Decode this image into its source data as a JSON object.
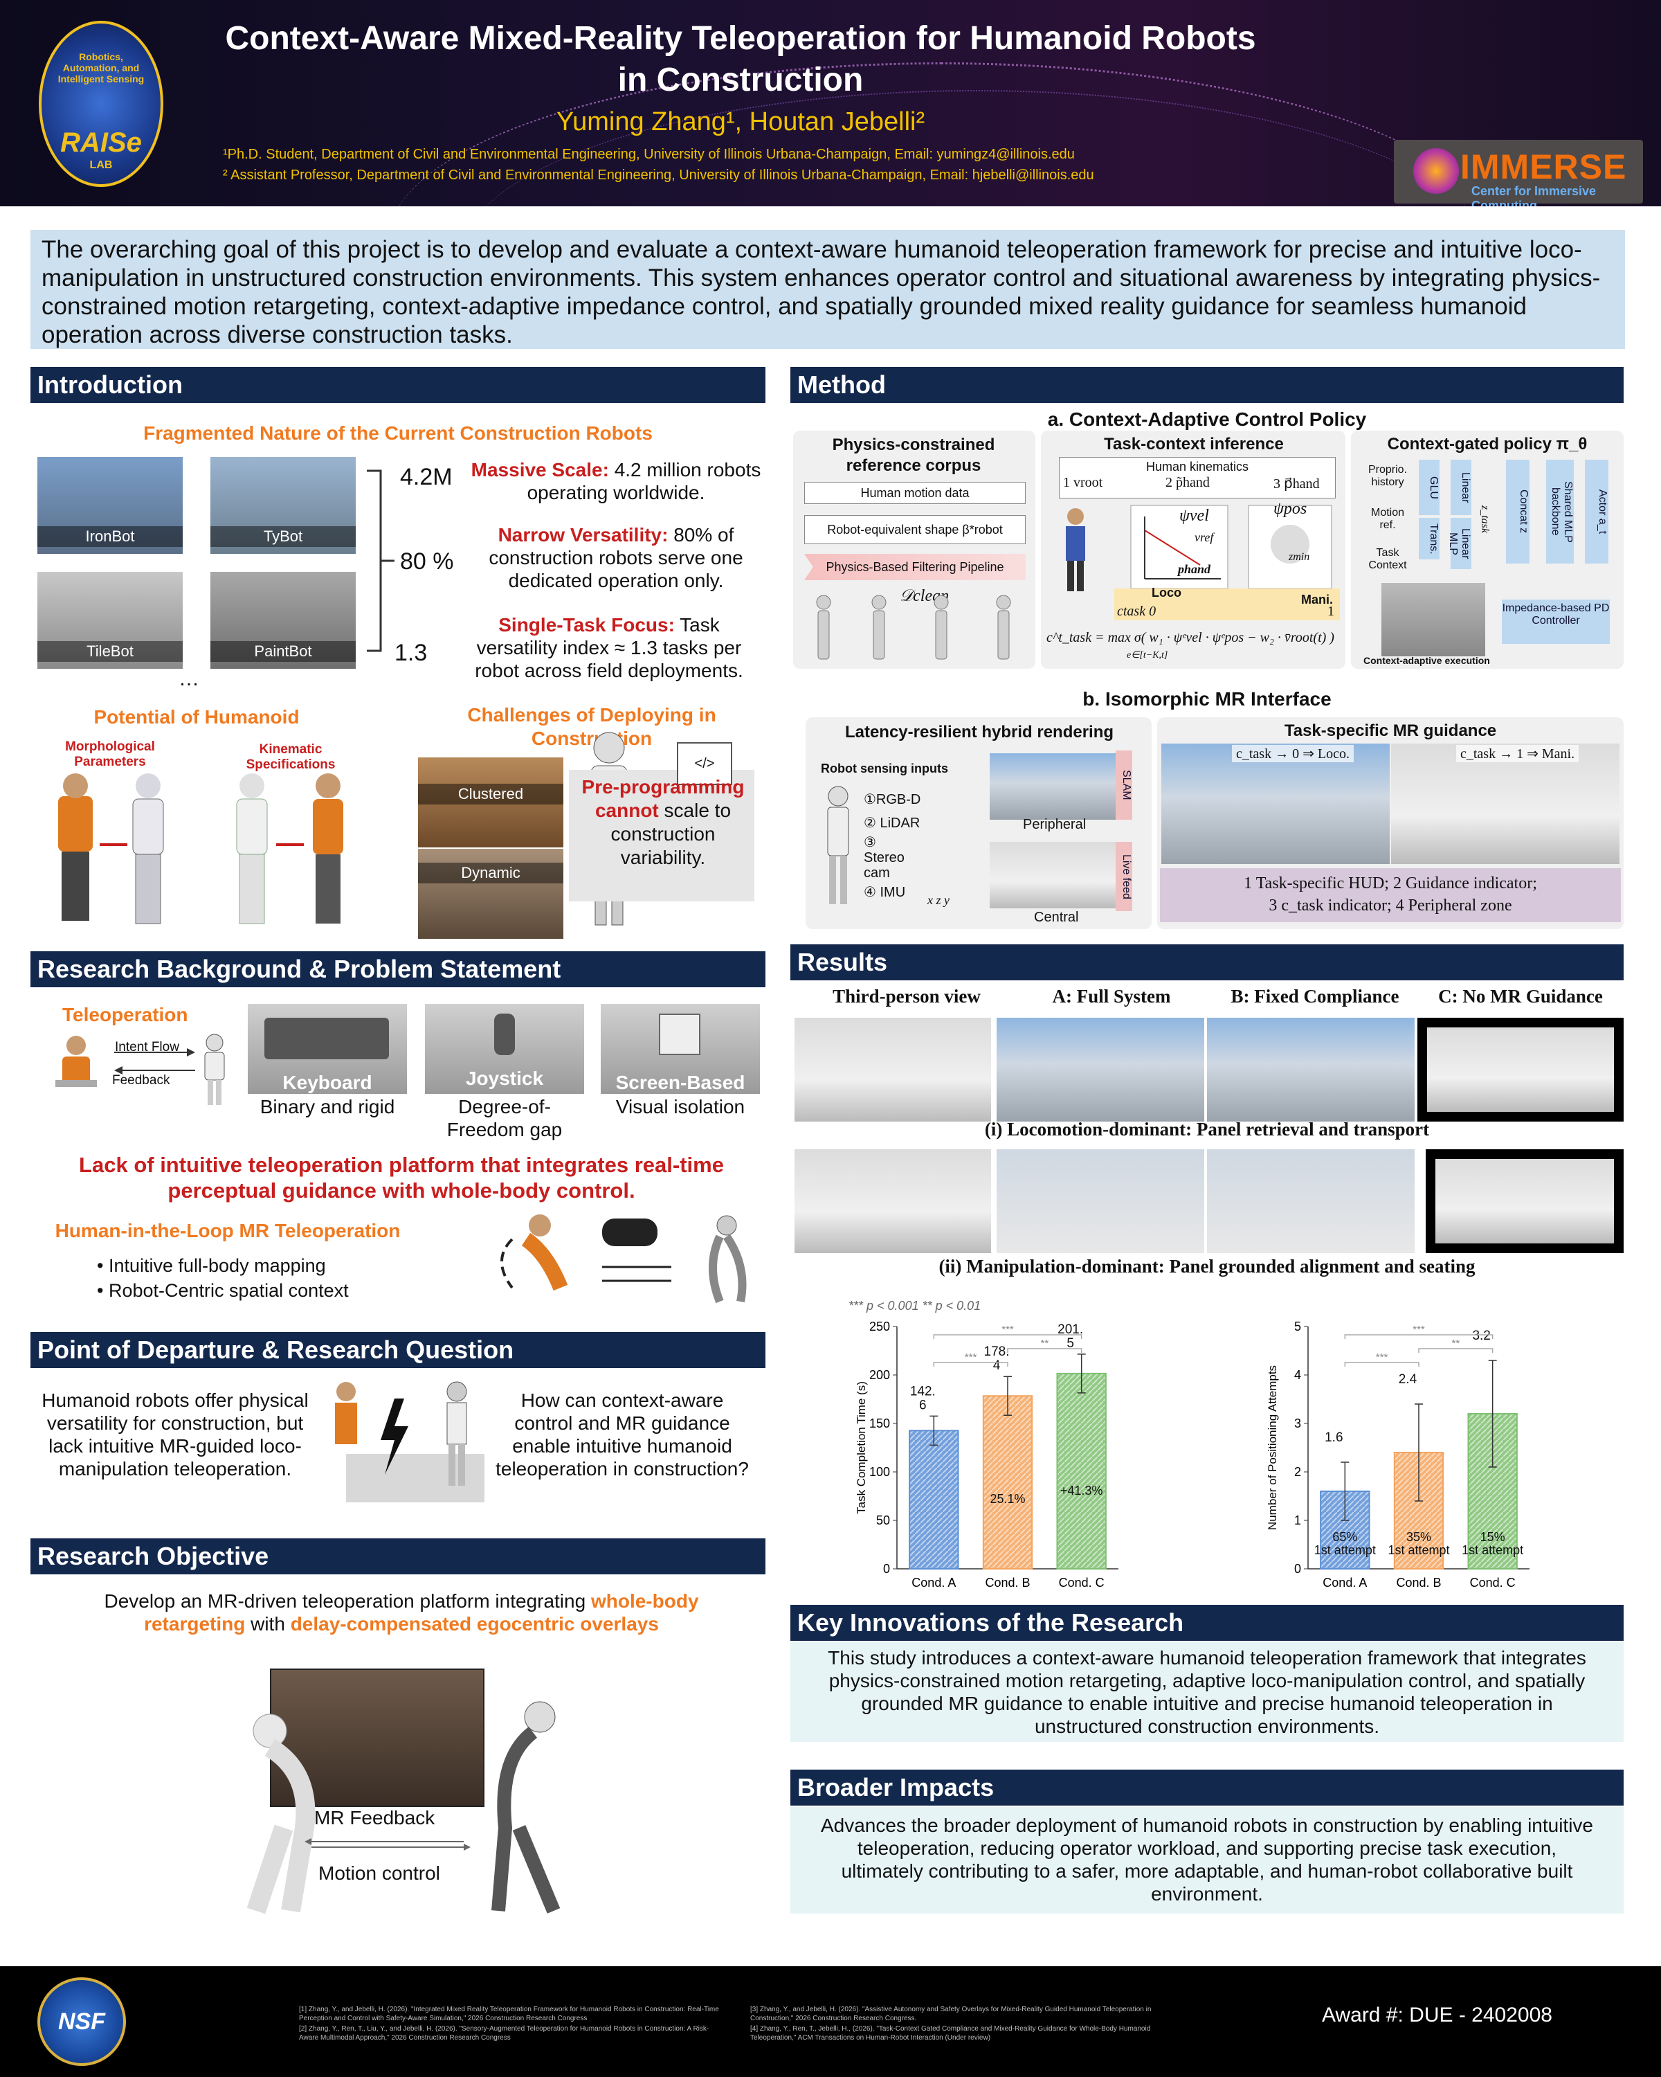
{
  "header": {
    "title_line1": "Context-Aware Mixed-Reality Teleoperation for Humanoid Robots",
    "title_line2": "in Construction",
    "authors": "Yuming Zhang¹, Houtan Jebelli²",
    "aff1": "¹Ph.D. Student, Department of Civil and Environmental Engineering, University of Illinois Urbana-Champaign, Email: yumingz4@illinois.edu",
    "aff2": "² Assistant Professor, Department of Civil and Environmental Engineering, University of Illinois Urbana-Champaign, Email: hjebelli@illinois.edu",
    "logo_left": {
      "text": "RAISe",
      "sub": "LAB",
      "ring": "Robotics, Automation, and Intelligent Sensing"
    },
    "logo_right": {
      "text": "IMMERSE",
      "sub": "Center for Immersive Computing"
    }
  },
  "goal": "The overarching goal of this project is to develop and evaluate a context-aware humanoid teleoperation framework for precise and intuitive loco-manipulation in unstructured construction environments. This system enhances operator control and situational awareness by integrating physics-constrained motion retargeting, context-adaptive impedance control, and spatially grounded mixed reality guidance for seamless humanoid operation across diverse construction tasks.",
  "intro": {
    "header": "Introduction",
    "sub1": "Fragmented Nature of the Current Construction Robots",
    "robots": [
      "IronBot",
      "TyBot",
      "TileBot",
      "PaintBot"
    ],
    "ellipsis": "…",
    "stats": [
      {
        "num": "4.2M",
        "title": "Massive Scale:",
        "text": "4.2 million robots operating worldwide."
      },
      {
        "num": "80 %",
        "title": "Narrow Versatility:",
        "text": "80% of construction robots serve one dedicated operation only."
      },
      {
        "num": "1.3",
        "title": "Single-Task Focus:",
        "text": "Task versatility index ≈ 1.3 tasks per robot across field deployments."
      }
    ],
    "sub2": "Potential of Humanoid",
    "morph": "Morphological Parameters",
    "kin": "Kinematic Specifications",
    "sub3": "Challenges of Deploying in Construction",
    "clustered": "Clustered",
    "dynamic": "Dynamic",
    "pre_a": "Pre-programming cannot",
    "pre_b": " scale to construction variability.",
    "code_icon": "</>"
  },
  "bg": {
    "header": "Research Background & Problem Statement",
    "tele": "Teleoperation",
    "intent": "Intent Flow",
    "feedback": "Feedback",
    "devices": [
      {
        "name": "Keyboard",
        "desc": "Binary and rigid"
      },
      {
        "name": "Joystick",
        "desc": "Degree-of-Freedom gap"
      },
      {
        "name": "Screen-Based",
        "desc": "Visual isolation"
      }
    ],
    "problem": "Lack of intuitive teleoperation platform that integrates real-time perceptual guidance with whole-body control.",
    "hitl": "Human-in-the-Loop MR Teleoperation",
    "bullets": [
      "Intuitive full-body mapping",
      "Robot-Centric spatial context"
    ]
  },
  "pod": {
    "header": "Point of Departure & Research Question",
    "left": "Humanoid robots offer physical versatility for construction, but lack intuitive MR-guided loco-manipulation teleoperation.",
    "right": "How can context-aware control and MR guidance enable intuitive humanoid teleoperation in construction?"
  },
  "obj": {
    "header": "Research Objective",
    "t1": "Develop an MR-driven teleoperation platform integrating ",
    "t2": "whole-body retargeting",
    "t3": " with ",
    "t4": "delay-compensated egocentric overlays",
    "mr": "MR Feedback",
    "motion": "Motion control"
  },
  "method": {
    "header": "Method",
    "a": "a. Context-Adaptive Control Policy",
    "p1": "Physics-constrained reference corpus",
    "human_motion": "Human motion data",
    "robot_shape": "Robot-equivalent shape β*robot",
    "filter": "Physics-Based Filtering Pipeline",
    "dclean": "𝒟clean",
    "p2": "Task-context inference",
    "hk": "Human kinematics",
    "v1": "1 vroot",
    "v2": "2 p̃hand",
    "v3": "3 p⃗hand",
    "psivel": "ψvel",
    "psipos": "ψpos",
    "vref": "vref",
    "phand": "phand",
    "zmin": "zmin",
    "loco": "Loco",
    "mani": "Mani.",
    "ctask0": "ctask 0",
    "one": "1",
    "formula": "c^t_task = max σ( w₁ · ψᵉvel · ψᵉpos − w₂ · v̄root(t) )",
    "formula_sub": "e∈[t−K,t]",
    "p3": "Context-gated policy π_θ",
    "inputs": [
      "Proprio. history",
      "Motion ref.",
      "Task Context"
    ],
    "glu": "GLU",
    "trans": "Trans.",
    "linear": "Linear",
    "linmlp": "Linear MLP",
    "ztask": "z_task",
    "concat": "Concat z",
    "shared": "Shared MLP backbone",
    "actor": "Actor a_t",
    "impedance": "Impedance-based PD Controller",
    "ctx_exec": "Context-adaptive execution",
    "b": "b. Isomorphic MR Interface",
    "lat": "Latency-resilient hybrid rendering",
    "rsi": "Robot sensing inputs",
    "sensors": [
      "①RGB-D",
      "② LiDAR",
      "③ Stereo cam",
      "④ IMU"
    ],
    "slam": "SLAM",
    "live": "Live feed",
    "peripheral": "Peripheral",
    "central": "Central",
    "tsg": "Task-specific MR guidance",
    "g1": "c_task → 0 ⇒ Loco.",
    "g2": "c_task → 1 ⇒ Mani.",
    "legend1": "1 Task-specific HUD; 2 Guidance indicator;",
    "legend2": "3 c_task indicator; 4 Peripheral zone",
    "axes": {
      "x": "x",
      "z": "z",
      "y": "y"
    }
  },
  "results": {
    "header": "Results",
    "cols": [
      "Third-person view",
      "A: Full System",
      "B: Fixed Compliance",
      "C: No MR Guidance"
    ],
    "cap1": "(i) Locomotion-dominant: Panel retrieval and transport",
    "cap2": "(ii) Manipulation-dominant: Panel grounded alignment and seating",
    "sig": "*** p < 0.001  ** p < 0.01"
  },
  "chart_data": [
    {
      "type": "bar",
      "categories": [
        "Cond. A",
        "Cond. B",
        "Cond. C"
      ],
      "values": [
        142.6,
        178.4,
        201.5
      ],
      "value_labels": [
        "142.\n6",
        "178.\n4",
        "201.\n5"
      ],
      "inner_labels": [
        "",
        "25.1%",
        "+41.3%"
      ],
      "ylabel": "Task Completion Time (s)",
      "ylim": [
        0,
        250
      ],
      "yticks": [
        0,
        50,
        100,
        150,
        200,
        250
      ],
      "errors": [
        15,
        20,
        20
      ],
      "colors": [
        "#5b8fd6",
        "#f4a45e",
        "#7ec070"
      ],
      "sig": [
        {
          "pair": [
            0,
            1
          ],
          "label": "***"
        },
        {
          "pair": [
            0,
            2
          ],
          "label": "***"
        },
        {
          "pair": [
            1,
            2
          ],
          "label": "**"
        }
      ]
    },
    {
      "type": "bar",
      "categories": [
        "Cond. A",
        "Cond. B",
        "Cond. C"
      ],
      "values": [
        1.6,
        2.4,
        3.2
      ],
      "value_labels": [
        "1.6",
        "2.4",
        "3.2"
      ],
      "inner_labels": [
        "65%\n1st attempt",
        "35%\n1st attempt",
        "15%\n1st attempt"
      ],
      "ylabel": "Number of Positioning Attempts",
      "ylim": [
        0,
        5
      ],
      "yticks": [
        0,
        1,
        2,
        3,
        4,
        5
      ],
      "errors": [
        0.6,
        1.0,
        1.1
      ],
      "colors": [
        "#5b8fd6",
        "#f4a45e",
        "#7ec070"
      ],
      "sig": [
        {
          "pair": [
            0,
            1
          ],
          "label": "***"
        },
        {
          "pair": [
            0,
            2
          ],
          "label": "***"
        },
        {
          "pair": [
            1,
            2
          ],
          "label": "**"
        }
      ]
    }
  ],
  "key": {
    "header": "Key Innovations of the Research",
    "text": "This study introduces a context-aware humanoid teleoperation framework that integrates physics-constrained motion retargeting, adaptive loco-manipulation control, and spatially grounded MR guidance to enable intuitive and precise humanoid teleoperation in unstructured construction environments."
  },
  "broad": {
    "header": "Broader Impacts",
    "text": "Advances the broader deployment of humanoid robots in construction by enabling intuitive teleoperation, reducing operator workload, and supporting precise task execution, ultimately contributing to a safer, more adaptable, and human-robot collaborative built environment."
  },
  "footer": {
    "nsf": "NSF",
    "refs": [
      "[1] Zhang, Y., and Jebelli, H. (2026). \"Integrated Mixed Reality Teleoperation Framework for Humanoid Robots in Construction: Real-Time Perception and Control with Safety-Aware Simulation,\" 2026 Construction Research Congress",
      "[2] Zhang, Y., Ren, T., Liu, Y., and Jebelli, H. (2026). \"Sensory-Augmented Teleoperation for Humanoid Robots in Construction: A Risk-Aware Multimodal Approach,\" 2026 Construction Research Congress",
      "[3] Zhang, Y., and Jebelli, H. (2026). \"Assistive Autonomy and Safety Overlays for Mixed-Reality Guided Humanoid Teleoperation in Construction,\" 2026 Construction Research Congress.",
      "[4] Zhang, Y., Ren, T., Jebelli, H., (2026). \"Task-Context Gated Compliance and Mixed-Reality Guidance for Whole-Body Humanoid Teleoperation,\" ACM Transactions on Human-Robot Interaction (Under review)"
    ],
    "award": "Award #:  DUE - 2402008"
  }
}
